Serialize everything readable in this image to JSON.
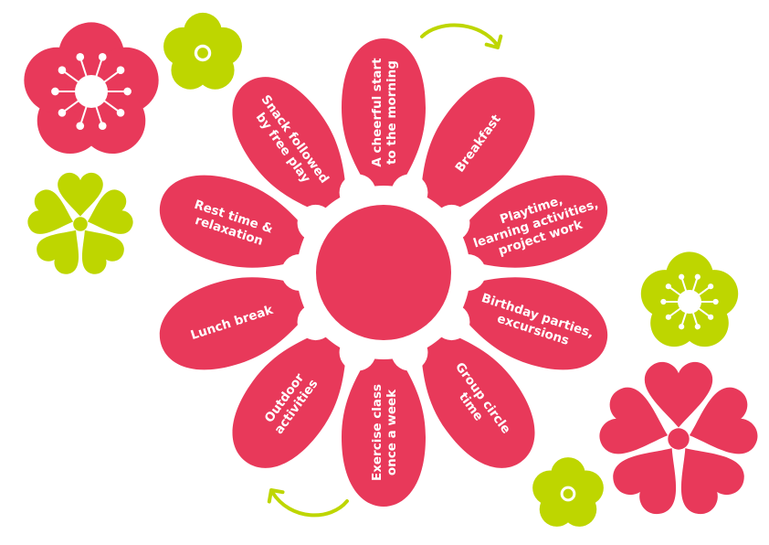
{
  "colors": {
    "petal": "#e8395a",
    "accent": "#bed600",
    "background": "#ffffff"
  },
  "petals": [
    {
      "lines": [
        "A cheerful start",
        "to the morning"
      ]
    },
    {
      "lines": [
        "Breakfast"
      ]
    },
    {
      "lines": [
        "Playtime,",
        "learning activities,",
        "project work"
      ]
    },
    {
      "lines": [
        "Birthday parties,",
        "excursions"
      ]
    },
    {
      "lines": [
        "Group circle",
        "time"
      ]
    },
    {
      "lines": [
        "Exercise class",
        "once a week"
      ]
    },
    {
      "lines": [
        "Outdoor",
        "activities"
      ]
    },
    {
      "lines": [
        "Lunch break"
      ]
    },
    {
      "lines": [
        "Rest time &",
        "relaxation"
      ]
    },
    {
      "lines": [
        "Snack followed",
        "by free play"
      ]
    }
  ],
  "icons": [
    "cycle-arrow-icon",
    "flower-icon"
  ]
}
